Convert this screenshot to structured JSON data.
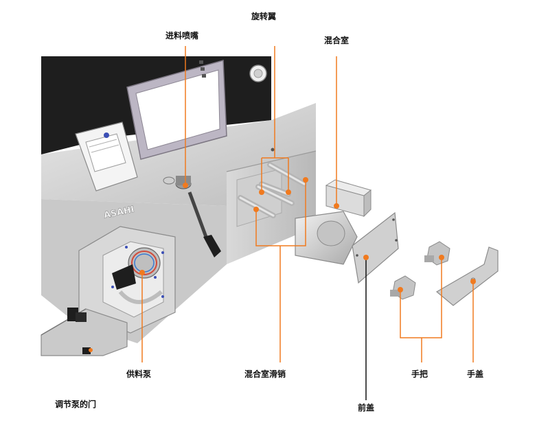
{
  "labels": {
    "rotating_wing": "旋转翼",
    "feed_nozzle": "进料喷嘴",
    "mixing_chamber": "混合室",
    "feed_pump": "供料泵",
    "mixing_chamber_slide_pin": "混合室滑销",
    "handle": "手把",
    "hand_cover": "手盖",
    "pump_door_adjust": "调节泵的门",
    "front_cover": "前盖"
  },
  "brand": "ASAHI",
  "colors": {
    "leader": "#f07a1f",
    "leader_black": "#111111",
    "label_text": "#111111",
    "machine_body": "#d6d6d6",
    "machine_dark": "#1e1e1e",
    "screen": "#bcb6c4"
  }
}
